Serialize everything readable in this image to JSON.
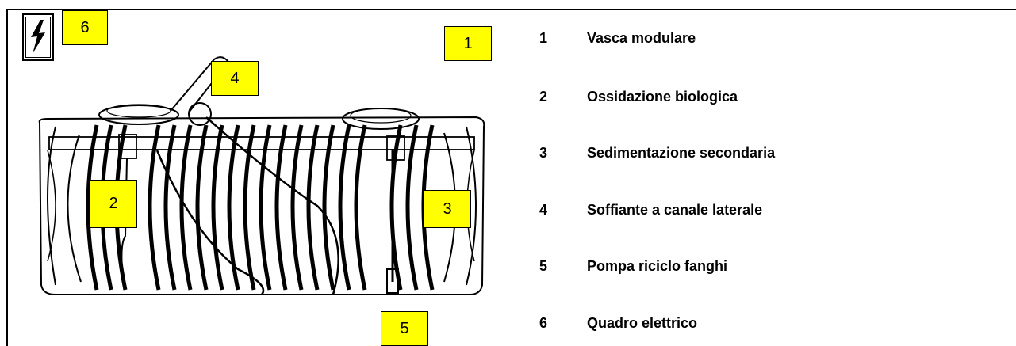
{
  "callouts": {
    "c1": "1",
    "c2": "2",
    "c3": "3",
    "c4": "4",
    "c5": "5",
    "c6": "6"
  },
  "legend": [
    {
      "num": "1",
      "text": "Vasca modulare"
    },
    {
      "num": "2",
      "text": "Ossidazione biologica"
    },
    {
      "num": "3",
      "text": "Sedimentazione secondaria"
    },
    {
      "num": "4",
      "text": "Soffiante a canale laterale"
    },
    {
      "num": "5",
      "text": "Pompa riciclo fanghi"
    },
    {
      "num": "6",
      "text": "Quadro elettrico"
    }
  ],
  "icons": {
    "electrical_panel": "lightning-bolt-icon"
  },
  "colors": {
    "callout_fill": "#ffff00",
    "line": "#000000"
  }
}
